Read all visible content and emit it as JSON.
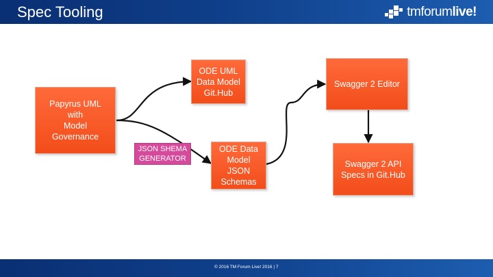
{
  "header": {
    "title": "Spec Tooling",
    "logo_prefix": "tmforum",
    "logo_suffix": "live!",
    "logo_icon": "tmforum-logo-mark"
  },
  "diagram": {
    "nodes": {
      "papyrus": "Papyrus UML\nwith\nModel\nGovernance",
      "ode_uml": "ODE UML\nData Model\nGit.Hub",
      "json_gen": "JSON SHEMA\nGENERATOR",
      "ode_json": "ODE Data\nModel\nJSON\nSchemas",
      "swagger_editor": "Swagger 2 Editor",
      "swagger_specs": "Swagger 2 API\nSpecs in Git.Hub"
    }
  },
  "footer": {
    "text": "© 2016 TM Forum Live! 2016  |  7"
  },
  "colors": {
    "header_bar": "#0f3f8a",
    "node_orange": "#f24d1a",
    "node_pink": "#d64a9c",
    "arrow": "#111111"
  }
}
